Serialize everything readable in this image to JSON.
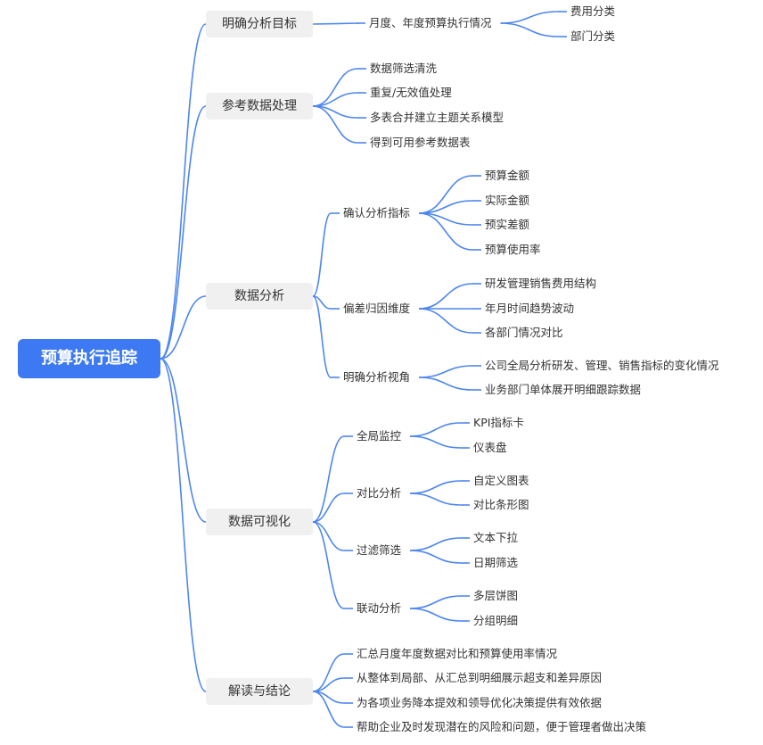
{
  "root": "预算执行追踪",
  "branches": [
    {
      "label": "明确分析目标",
      "children": [
        {
          "label": "月度、年度预算执行情况",
          "children": [
            {
              "label": "费用分类"
            },
            {
              "label": "部门分类"
            }
          ]
        }
      ]
    },
    {
      "label": "参考数据处理",
      "children": [
        {
          "label": "数据筛选清洗"
        },
        {
          "label": "重复/无效值处理"
        },
        {
          "label": "多表合并建立主题关系模型"
        },
        {
          "label": "得到可用参考数据表"
        }
      ]
    },
    {
      "label": "数据分析",
      "children": [
        {
          "label": "确认分析指标",
          "children": [
            {
              "label": "预算金额"
            },
            {
              "label": "实际金额"
            },
            {
              "label": "预实差额"
            },
            {
              "label": "预算使用率"
            }
          ]
        },
        {
          "label": "偏差归因维度",
          "children": [
            {
              "label": "研发管理销售费用结构"
            },
            {
              "label": "年月时间趋势波动"
            },
            {
              "label": "各部门情况对比"
            }
          ]
        },
        {
          "label": "明确分析视角",
          "children": [
            {
              "label": "公司全局分析研发、管理、销售指标的变化情况"
            },
            {
              "label": "业务部门单体展开明细跟踪数据"
            }
          ]
        }
      ]
    },
    {
      "label": "数据可视化",
      "children": [
        {
          "label": "全局监控",
          "children": [
            {
              "label": "KPI指标卡"
            },
            {
              "label": "仪表盘"
            }
          ]
        },
        {
          "label": "对比分析",
          "children": [
            {
              "label": "自定义图表"
            },
            {
              "label": "对比条形图"
            }
          ]
        },
        {
          "label": "过滤筛选",
          "children": [
            {
              "label": "文本下拉"
            },
            {
              "label": "日期筛选"
            }
          ]
        },
        {
          "label": "联动分析",
          "children": [
            {
              "label": "多层饼图"
            },
            {
              "label": "分组明细"
            }
          ]
        }
      ]
    },
    {
      "label": "解读与结论",
      "children": [
        {
          "label": "汇总月度年度数据对比和预算使用率情况"
        },
        {
          "label": "从整体到局部、从汇总到明细展示超支和差异原因"
        },
        {
          "label": "为各项业务降本提效和领导优化决策提供有效依据"
        },
        {
          "label": "帮助企业及时发现潜在的风险和问题，便于管理者做出决策"
        }
      ]
    }
  ],
  "colors": {
    "root_fill": "#3d79f2",
    "branch_fill": "#f0f0f0",
    "line": "#4d86f0",
    "text": "#333333"
  }
}
